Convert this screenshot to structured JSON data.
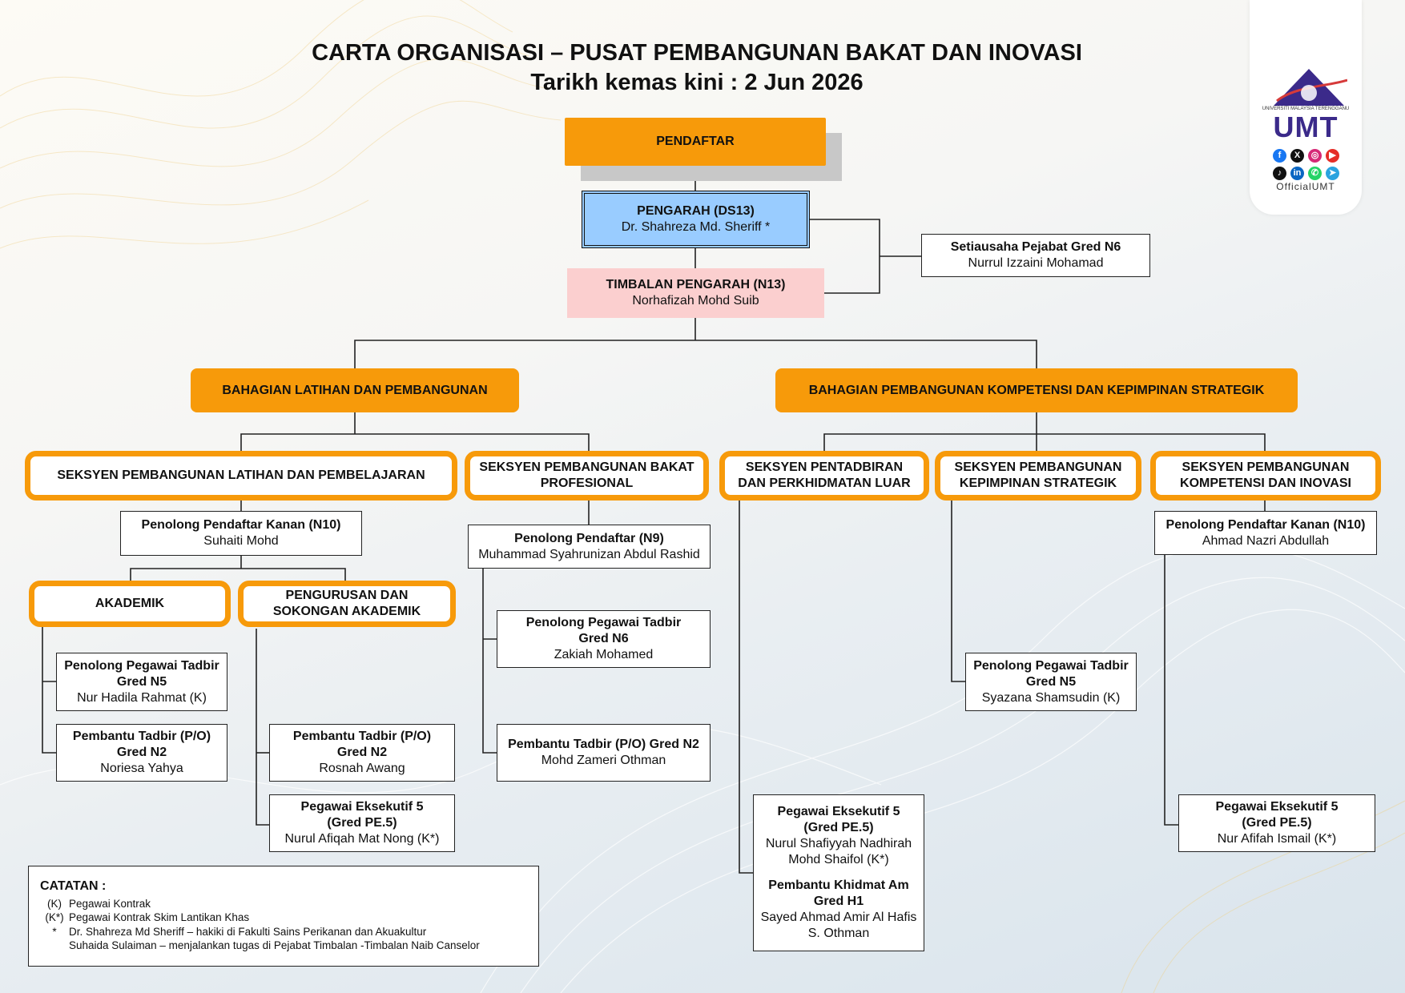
{
  "header": {
    "title": "CARTA ORGANISASI – PUSAT PEMBANGUNAN BAKAT DAN INOVASI",
    "date": "Tarikh kemas kini : 2 Jun 2026"
  },
  "logo": {
    "name": "UMT",
    "university": "UNIVERSITI MALAYSIA TERENGGANU",
    "handle": "OfficialUMT",
    "social_icons": [
      "facebook-icon",
      "x-icon",
      "instagram-icon",
      "youtube-icon",
      "tiktok-icon",
      "linkedin-icon",
      "whatsapp-icon",
      "telegram-icon"
    ]
  },
  "top": {
    "pendaftar": "PENDAFTAR",
    "pengarah_title": "PENGARAH (DS13)",
    "pengarah_name": "Dr. Shahreza Md. Sheriff *",
    "timbalan_title": "TIMBALAN PENGARAH (N13)",
    "timbalan_name": "Norhafizah Mohd Suib",
    "setiausaha_title": "Setiausaha Pejabat Gred N6",
    "setiausaha_name": "Nurrul Izzaini Mohamad"
  },
  "divisions": {
    "latihan": "BAHAGIAN LATIHAN DAN PEMBANGUNAN",
    "kompetensi": "BAHAGIAN PEMBANGUNAN KOMPETENSI DAN KEPIMPINAN STRATEGIK"
  },
  "sections": {
    "s1": "SEKSYEN PEMBANGUNAN LATIHAN DAN PEMBELAJARAN",
    "s2a": "SEKSYEN PEMBANGUNAN BAKAT",
    "s2b": "PROFESIONAL",
    "s3a": "SEKSYEN PENTADBIRAN",
    "s3b": "DAN  PERKHIDMATAN LUAR",
    "s4a": "SEKSYEN PEMBANGUNAN",
    "s4b": "KEPIMPINAN STRATEGIK",
    "s5a": "SEKSYEN PEMBANGUNAN",
    "s5b": "KOMPETENSI DAN INOVASI",
    "akademik": "AKADEMIK",
    "pengurusan_a": "PENGURUSAN DAN",
    "pengurusan_b": "SOKONGAN AKADEMIK"
  },
  "staff": {
    "ppk1_title": "Penolong Pendaftar Kanan (N10)",
    "ppk1_name": "Suhaiti Mohd",
    "pp9_title": "Penolong Pendaftar (N9)",
    "pp9_name": "Muhammad Syahrunizan Abdul Rashid",
    "ppk2_title": "Penolong Pendaftar Kanan (N10)",
    "ppk2_name": "Ahmad Nazri Abdullah",
    "a1_title1": "Penolong Pegawai Tadbir",
    "a1_title2": "Gred N5",
    "a1_name": "Nur Hadila Rahmat (K)",
    "a2_title1": "Pembantu Tadbir (P/O)",
    "a2_title2": "Gred N2",
    "a2_name": "Noriesa Yahya",
    "p1_title1": "Pembantu Tadbir (P/O)",
    "p1_title2": "Gred N2",
    "p1_name": "Rosnah Awang",
    "p2_title1": "Pegawai Eksekutif 5",
    "p2_title2": "(Gred PE.5)",
    "p2_name": "Nurul Afiqah Mat Nong (K*)",
    "b1_title1": "Penolong Pegawai Tadbir",
    "b1_title2": "Gred N6",
    "b1_name": "Zakiah Mohamed",
    "b2_title": "Pembantu Tadbir (P/O) Gred N2",
    "b2_name": "Mohd Zameri Othman",
    "c1_title1": "Pegawai Eksekutif 5",
    "c1_title2": "(Gred PE.5)",
    "c1_name1": "Nurul Shafiyyah Nadhirah",
    "c1_name2": "Mohd Shaifol (K*)",
    "c1_title3": "Pembantu Khidmat Am",
    "c1_title4": "Gred H1",
    "c1_name3": "Sayed Ahmad Amir Al Hafis",
    "c1_name4": "S. Othman",
    "d1_title1": "Penolong Pegawai Tadbir",
    "d1_title2": "Gred N5",
    "d1_name": "Syazana Shamsudin (K)",
    "e1_title1": "Pegawai Eksekutif 5",
    "e1_title2": "(Gred PE.5)",
    "e1_name": "Nur Afifah Ismail (K*)"
  },
  "notes": {
    "heading": "CATATAN :",
    "k1": "(K)",
    "v1": "Pegawai Kontrak",
    "k2": "(K*)",
    "v2": "Pegawai Kontrak Skim Lantikan Khas",
    "k3": "*",
    "v3": "Dr. Shahreza Md Sheriff – hakiki di Fakulti Sains Perikanan dan Akuakultur",
    "v4": "Suhaida Sulaiman – menjalankan tugas di Pejabat Timbalan -Timbalan Naib Canselor"
  },
  "colors": {
    "orange": "#f79a0a",
    "pengarah_blue": "#99ccff",
    "timbalan_pink": "#fbcfcf",
    "umt_purple": "#3b2a8a"
  }
}
